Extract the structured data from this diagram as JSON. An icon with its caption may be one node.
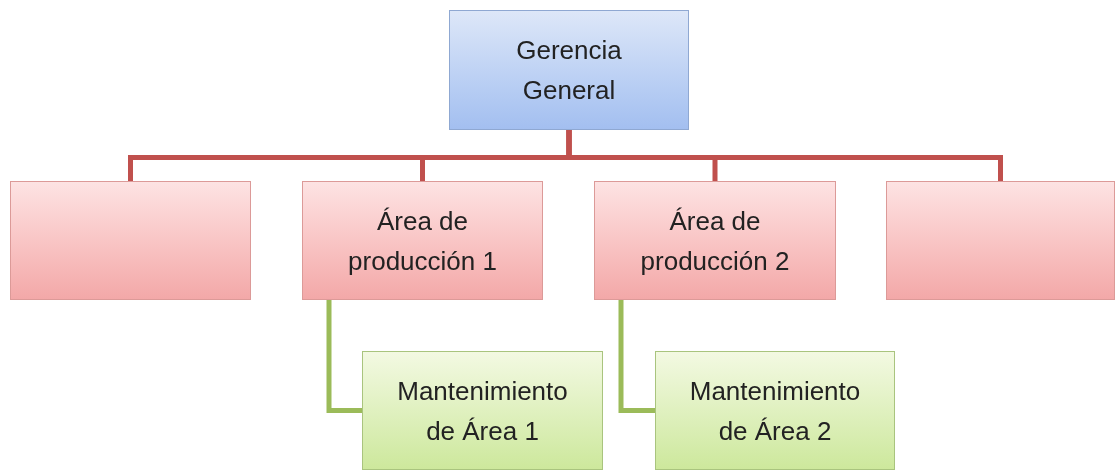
{
  "diagram": {
    "nodes": [
      {
        "text": [
          "Gerencia General"
        ]
      },
      {
        "text": [],
        "shape": "box"
      },
      {
        "text": [
          "Área de producción 1"
        ]
      },
      {
        "text": [
          "Área de producción 2"
        ]
      },
      {
        "text": [],
        "shape": "box"
      },
      {
        "text": [
          "Mantenimiento de Área 1"
        ]
      },
      {
        "text": [
          "Mantenimiento de Área 2"
        ]
      }
    ],
    "edges": [
      {
        "from": 0,
        "to": 1,
        "arrow": "none"
      },
      {
        "from": 0,
        "to": 2,
        "arrow": "none"
      },
      {
        "from": 0,
        "to": 3,
        "arrow": "none"
      },
      {
        "from": 0,
        "to": 4,
        "arrow": "none"
      },
      {
        "from": 2,
        "to": 5,
        "arrow": "none",
        "color": "#9bbb59"
      },
      {
        "from": 3,
        "to": 6,
        "arrow": "none",
        "color": "#9bbb59"
      }
    ]
  }
}
